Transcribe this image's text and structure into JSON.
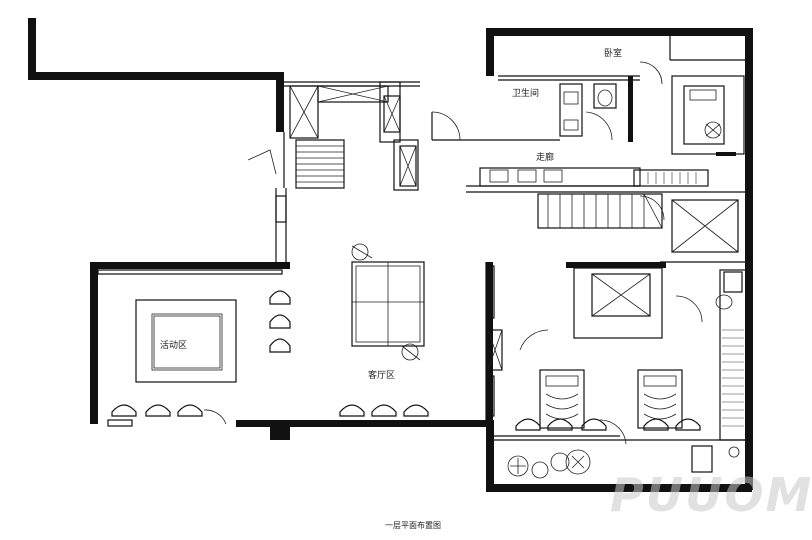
{
  "rooms": {
    "top_right": "卧室",
    "bath": "卫生间",
    "corridor": "走廊",
    "lounge": "客厅区",
    "activity": "活动区"
  },
  "caption": "一层平面布置图",
  "watermark": "PUUOM",
  "colors": {
    "wall": "#111111",
    "background": "#ffffff"
  }
}
